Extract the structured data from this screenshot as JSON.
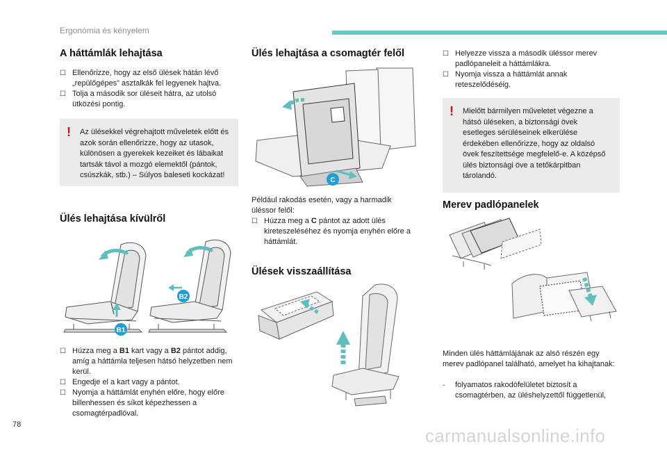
{
  "header": {
    "section": "Ergonómia és kényelem",
    "accent": "#6ec6c4"
  },
  "page_number": "78",
  "watermark": "carmanualsonline.info",
  "col1": {
    "title": "A háttámlák lehajtása",
    "bullets": [
      "Ellenőrizze, hogy az első ülések hátán lévő „repülőgépes” asztalkák fel legyenek hajtva.",
      "Tolja a második sor üléseit hátra, az utolsó ütközési pontig."
    ],
    "warning": "Az ülésekkel végrehajtott műveletek előtt és azok során ellenőrizze, hogy az utasok, különösen a gyerekek kezeiket és lábaikat tartsák távol a mozgó elemektől (pántok, csúszkák, stb.) – Súlyos baleseti kockázat!",
    "title2": "Ülés lehajtása kívülről",
    "callouts": [
      "B1",
      "B2"
    ],
    "bullets2": [
      {
        "pre": "Húzza meg a ",
        "b1": "B1",
        "mid": " kart vagy a ",
        "b2": "B2",
        "post": " pántot addig, amíg a háttámla teljesen hátsó helyzetben nem kerül."
      },
      {
        "text": "Engedje el a kart vagy a pántot."
      },
      {
        "text": "Nyomja a háttámlát enyhén előre, hogy előre billenhessen és síkot képezhessen a csomagtérpadlóval."
      }
    ]
  },
  "col2": {
    "title": "Ülés lehajtása a csomagtér felől",
    "callout": "C",
    "intro": "Például rakodás esetén, vagy a harmadik üléssor felől:",
    "bullet": {
      "pre": "Húzza meg a ",
      "b": "C",
      "post": " pántot az adott ülés kireteszeléséhez és nyomja enyhén előre a háttámlát."
    },
    "title2": "Ülések visszaállítása"
  },
  "col3": {
    "bullets": [
      "Helyezze vissza a második üléssor merev padlópaneleit a háttámlákra.",
      "Nyomja vissza a háttámlát annak reteszelődéséig."
    ],
    "warning": "Mielőtt bármilyen műveletet végezne a hátsó üléseken, a biztonsági övek esetleges sérüléseinek elkerülése érdekében ellenőrizze, hogy az oldalsó övek feszítettsége megfelelő-e. A középső ülés biztonsági öve a tetőkárpitban tárolandó.",
    "title": "Merev padlópanelek",
    "text": "Minden ülés háttámlájának az alsó részén egy merev padlópanel található, amelyet ha kihajtanak:",
    "dash": "folyamatos rakodófelületet biztosít a csomagtérben, az üléshelyzettől függetlenül,"
  },
  "colors": {
    "teal": "#5fbfbd",
    "callout": "#1b9fd6",
    "warning": "#e2001a",
    "box": "#ebebeb"
  }
}
